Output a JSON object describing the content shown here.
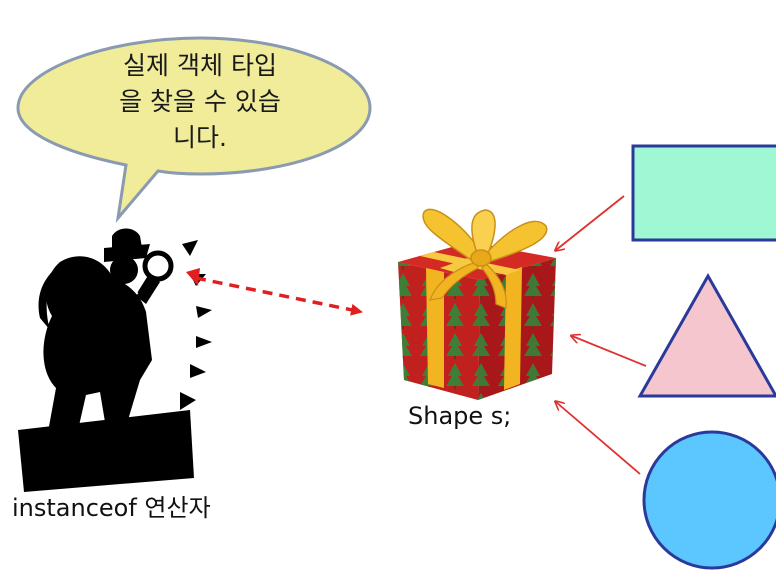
{
  "speech_bubble": {
    "lines": [
      "실제 객체 타입",
      "을 찾을 수 있습",
      "니다."
    ]
  },
  "labels": {
    "operator": "instanceof 연산자",
    "variable": "Shape s;"
  },
  "icons": {
    "detective": "detective-with-magnifier-icon",
    "gift": "gift-box-icon"
  },
  "colors": {
    "bubble_fill": "#f1ec9a",
    "bubble_stroke": "#8a9ab0",
    "dashed_arrow": "#e02020",
    "thin_arrows": "#e03030",
    "rectangle_fill": "#9ff7d4",
    "triangle_fill": "#f6c6cf",
    "circle_fill": "#5cc6ff",
    "shape_stroke": "#2a3a9a",
    "gift_red": "#c0201e",
    "ribbon_gold": "#f2b521"
  }
}
